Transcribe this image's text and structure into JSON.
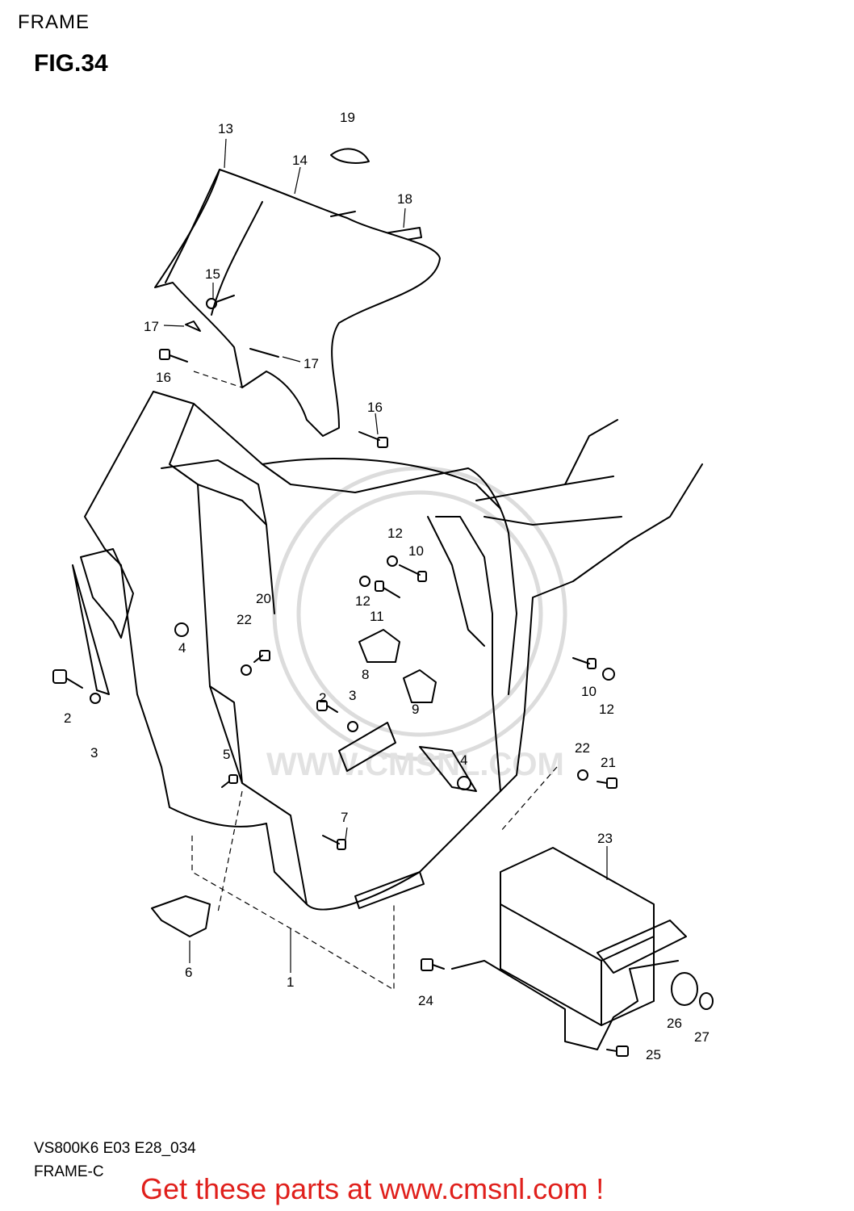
{
  "header": {
    "section": "FRAME",
    "figure": "FIG.34"
  },
  "footer": {
    "model": "VS800K6 E03 E28_034",
    "variant": "FRAME-C"
  },
  "promo": {
    "text": "Get these parts at www.cmsnl.com !",
    "color": "#e0201c"
  },
  "watermark": {
    "text": "WWW.CMSNL.COM"
  },
  "callouts": [
    "1",
    "2",
    "2",
    "3",
    "3",
    "4",
    "4",
    "5",
    "6",
    "7",
    "8",
    "9",
    "10",
    "10",
    "11",
    "12",
    "12",
    "12",
    "13",
    "14",
    "15",
    "16",
    "16",
    "17",
    "17",
    "18",
    "19",
    "20",
    "21",
    "22",
    "22",
    "23",
    "24",
    "25",
    "26",
    "27"
  ]
}
